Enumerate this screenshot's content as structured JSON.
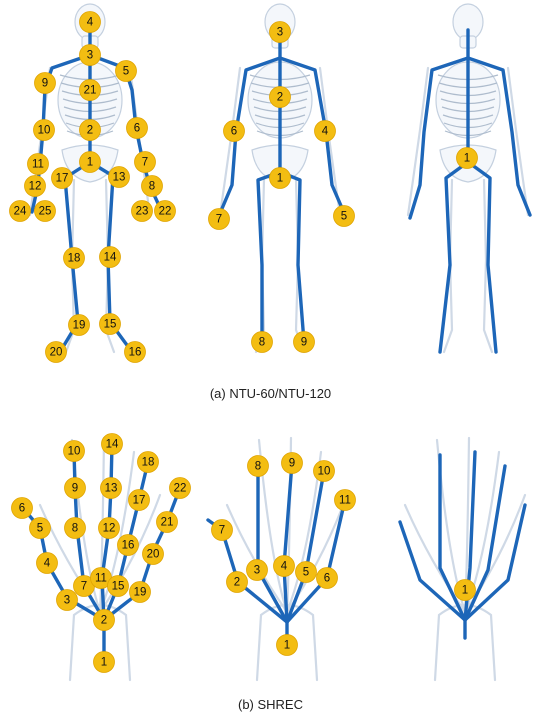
{
  "captions": {
    "a": "(a) NTU-60/NTU-120",
    "b": "(b) SHREC"
  },
  "colors": {
    "skeleton_line": "#1d66b8",
    "joint_badge": "#f3bd12",
    "bone_outline": "#cfd9e6"
  },
  "panels": {
    "ntu_full_joints": [
      "1",
      "2",
      "3",
      "4",
      "5",
      "6",
      "7",
      "8",
      "9",
      "10",
      "11",
      "12",
      "13",
      "14",
      "15",
      "16",
      "17",
      "18",
      "19",
      "20",
      "21",
      "22",
      "23",
      "24",
      "25"
    ],
    "ntu_part_joints": [
      "1",
      "2",
      "3",
      "4",
      "5",
      "6",
      "7",
      "8",
      "9"
    ],
    "ntu_body_joints": [
      "1"
    ],
    "shrec_full_joints": [
      "1",
      "2",
      "3",
      "4",
      "5",
      "6",
      "7",
      "8",
      "9",
      "10",
      "11",
      "12",
      "13",
      "14",
      "15",
      "16",
      "17",
      "18",
      "19",
      "20",
      "21",
      "22"
    ],
    "shrec_part_joints": [
      "1",
      "2",
      "3",
      "4",
      "5",
      "6",
      "7",
      "8",
      "9",
      "10",
      "11"
    ],
    "shrec_hand_joints": [
      "1"
    ]
  }
}
